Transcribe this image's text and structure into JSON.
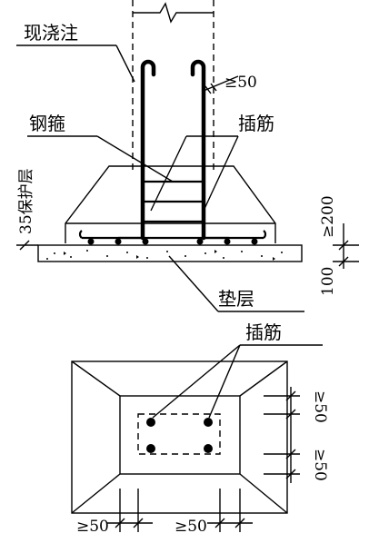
{
  "labels": {
    "cast_in_place": "现浇注",
    "stirrup": "钢箍",
    "dowel": "插筋",
    "cushion": "垫层",
    "cover35": "35保护层",
    "min50": "≥50",
    "min200": "≥200",
    "dim100": "100"
  }
}
